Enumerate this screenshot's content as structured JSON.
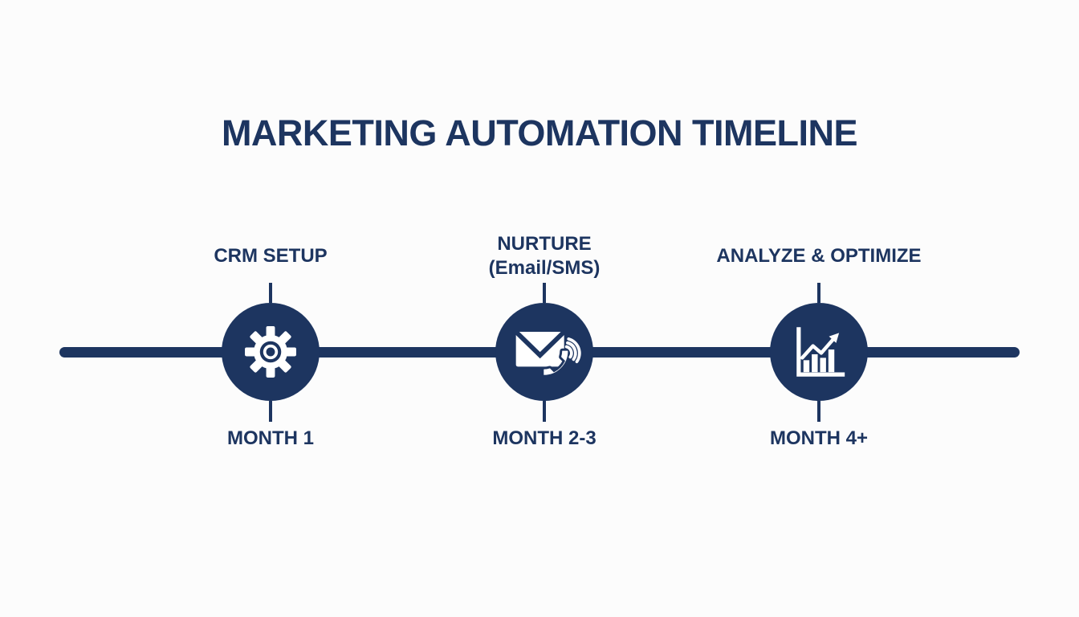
{
  "title": "MARKETING AUTOMATION TIMELINE",
  "colors": {
    "navy": "#1d3560",
    "icon": "#ffffff",
    "background": "#fcfcfc"
  },
  "timeline": {
    "milestones": [
      {
        "title": "CRM SETUP",
        "subtitle": "",
        "month": "MONTH 1",
        "icon": "gear-icon"
      },
      {
        "title": "NURTURE",
        "subtitle": "(Email/SMS)",
        "month": "MONTH 2-3",
        "icon": "email-phone-icon"
      },
      {
        "title": "ANALYZE & OPTIMIZE",
        "subtitle": "",
        "month": "MONTH 4+",
        "icon": "growth-chart-icon"
      }
    ]
  }
}
